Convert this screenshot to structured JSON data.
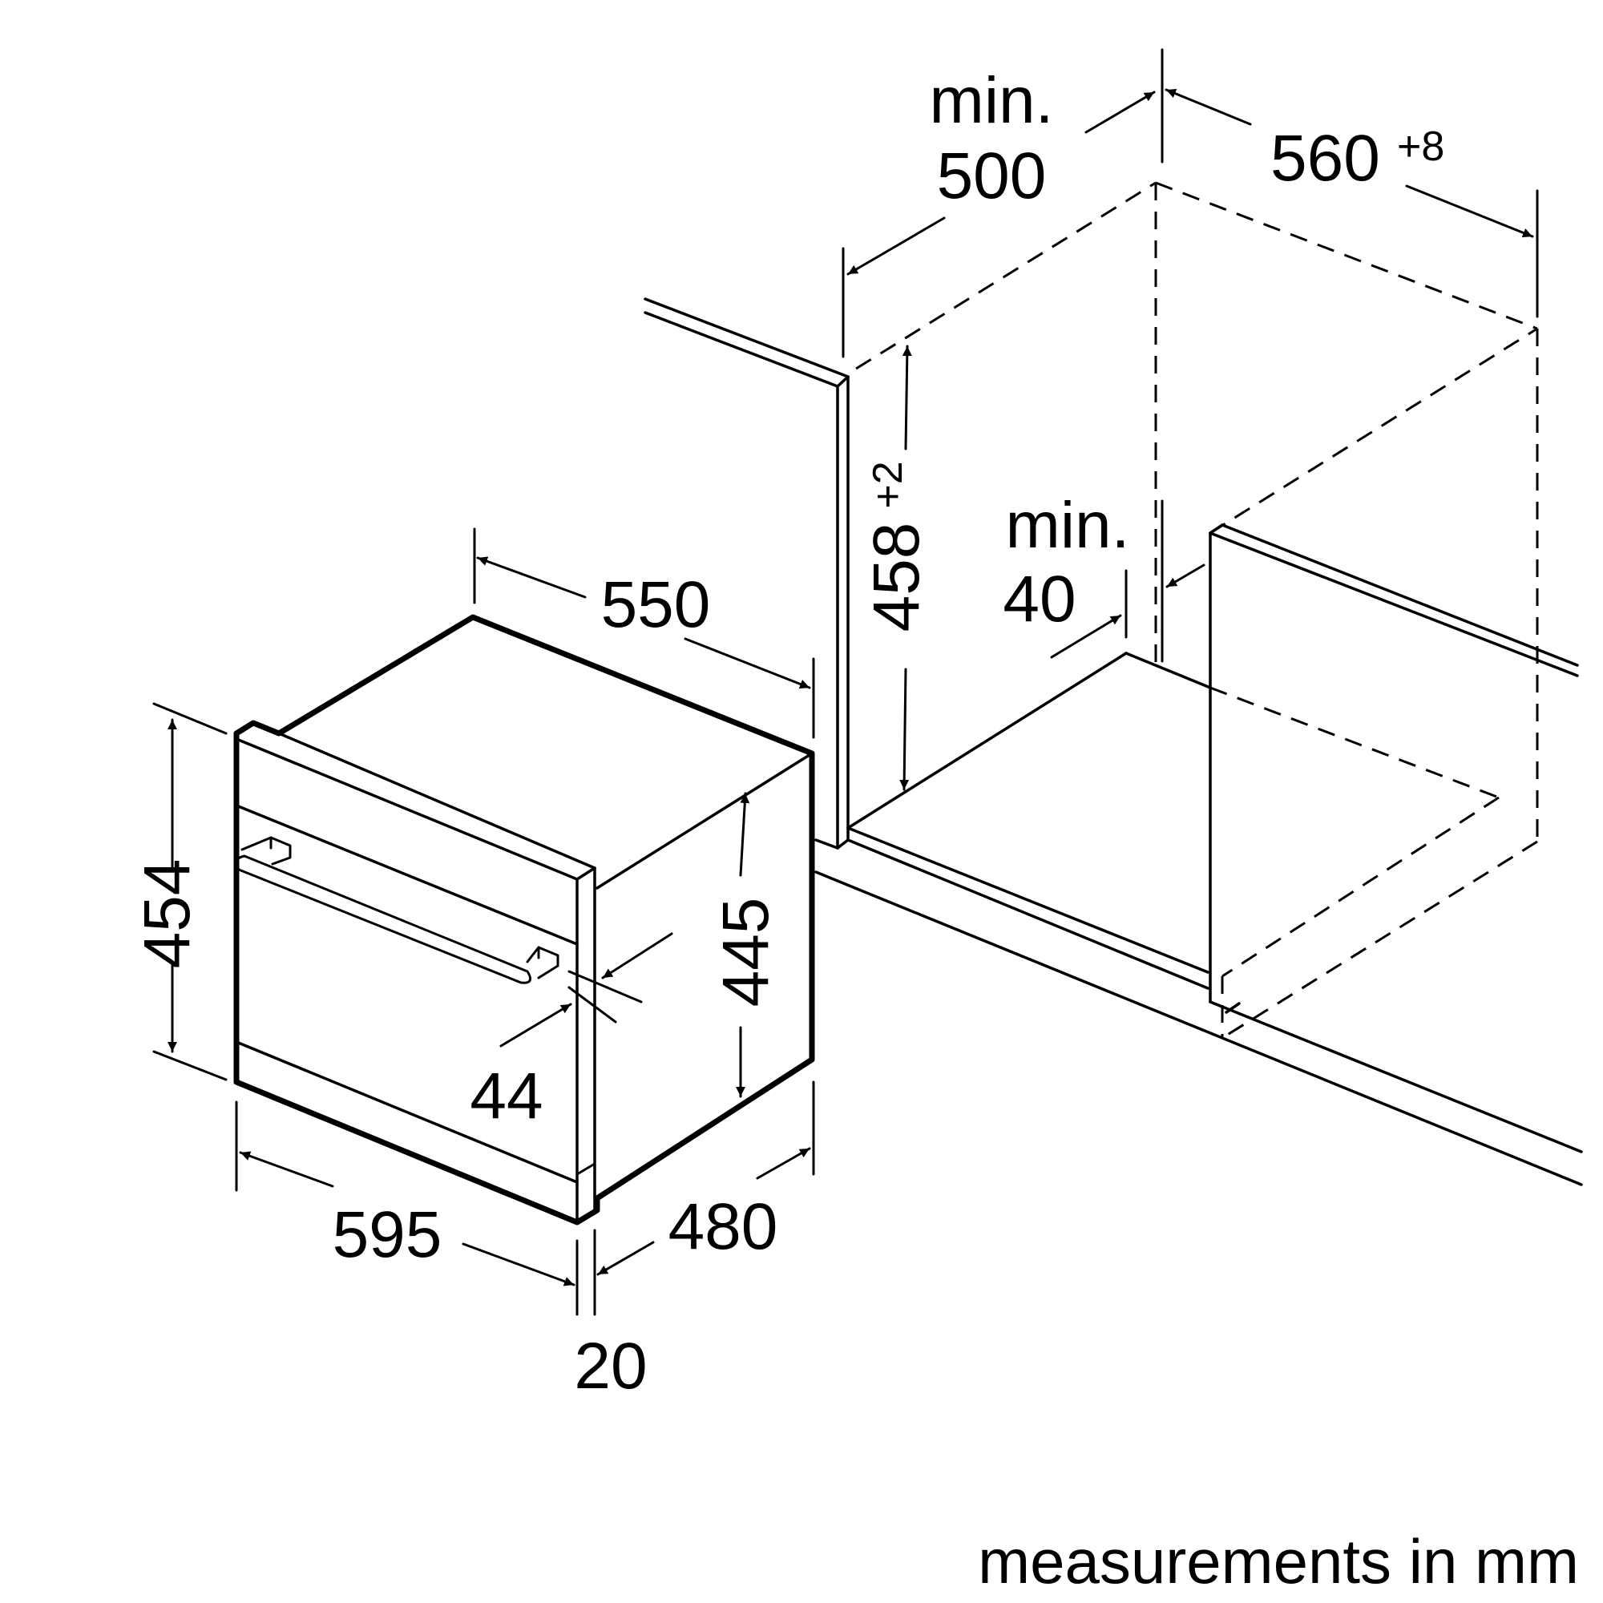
{
  "dimensions": {
    "oven_width": "595",
    "oven_depth_top": "550",
    "oven_height": "454",
    "oven_inner_height": "445",
    "oven_depth_bottom": "480",
    "front_panel_thickness": "20",
    "handle_depth": "44",
    "niche_depth_prefix": "min.",
    "niche_depth": "500",
    "niche_width": "560",
    "niche_width_tolerance": "+8",
    "niche_height": "458",
    "niche_height_tolerance": "+2",
    "base_depth_prefix": "min.",
    "base_depth": "40"
  },
  "footer": {
    "units_note": "measurements in mm"
  },
  "style": {
    "line_color": "#000000",
    "background": "#ffffff"
  }
}
